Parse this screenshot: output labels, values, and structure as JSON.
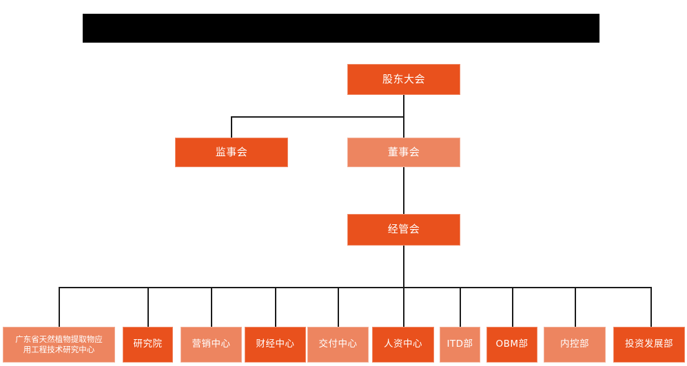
{
  "page": {
    "title_bar_redacted": true,
    "background_color": "#ffffff"
  },
  "colors": {
    "primary_orange": "#E9511D",
    "secondary_orange": "#ED8560",
    "connector": "#1a1a1a",
    "redaction": "#000000",
    "node_text": "#ffffff"
  },
  "chart_data": {
    "type": "org-chart",
    "title": "",
    "levels": [
      {
        "level": 1,
        "nodes": [
          "shareholders_meeting"
        ]
      },
      {
        "level": 2,
        "nodes": [
          "board_of_supervisors",
          "board_of_directors"
        ]
      },
      {
        "level": 3,
        "nodes": [
          "management_committee"
        ]
      },
      {
        "level": 4,
        "nodes": [
          "engineering_center",
          "research_institute",
          "marketing_center",
          "finance_center",
          "delivery_center",
          "hr_center",
          "itd_dept",
          "obm_dept",
          "internal_control_dept",
          "investment_development_dept"
        ]
      }
    ],
    "edges": [
      {
        "from": "shareholders_meeting",
        "to": "board_of_supervisors"
      },
      {
        "from": "shareholders_meeting",
        "to": "board_of_directors"
      },
      {
        "from": "board_of_directors",
        "to": "management_committee"
      },
      {
        "from": "management_committee",
        "to": "engineering_center"
      },
      {
        "from": "management_committee",
        "to": "research_institute"
      },
      {
        "from": "management_committee",
        "to": "marketing_center"
      },
      {
        "from": "management_committee",
        "to": "finance_center"
      },
      {
        "from": "management_committee",
        "to": "delivery_center"
      },
      {
        "from": "management_committee",
        "to": "hr_center"
      },
      {
        "from": "management_committee",
        "to": "itd_dept"
      },
      {
        "from": "management_committee",
        "to": "obm_dept"
      },
      {
        "from": "management_committee",
        "to": "internal_control_dept"
      },
      {
        "from": "management_committee",
        "to": "investment_development_dept"
      }
    ]
  },
  "nodes": {
    "shareholders_meeting": {
      "label": "股东大会",
      "color": "primary"
    },
    "board_of_supervisors": {
      "label": "监事会",
      "color": "primary"
    },
    "board_of_directors": {
      "label": "董事会",
      "color": "secondary"
    },
    "management_committee": {
      "label": "经管会",
      "color": "primary"
    },
    "engineering_center": {
      "label": "广东省天然植物提取物应\n用工程技术研究中心",
      "color": "secondary"
    },
    "research_institute": {
      "label": "研究院",
      "color": "primary"
    },
    "marketing_center": {
      "label": "营销中心",
      "color": "secondary"
    },
    "finance_center": {
      "label": "财经中心",
      "color": "primary"
    },
    "delivery_center": {
      "label": "交付中心",
      "color": "secondary"
    },
    "hr_center": {
      "label": "人资中心",
      "color": "primary"
    },
    "itd_dept": {
      "label": "ITD部",
      "color": "secondary"
    },
    "obm_dept": {
      "label": "OBM部",
      "color": "primary"
    },
    "internal_control_dept": {
      "label": "内控部",
      "color": "secondary"
    },
    "investment_development_dept": {
      "label": "投资发展部",
      "color": "primary"
    }
  }
}
